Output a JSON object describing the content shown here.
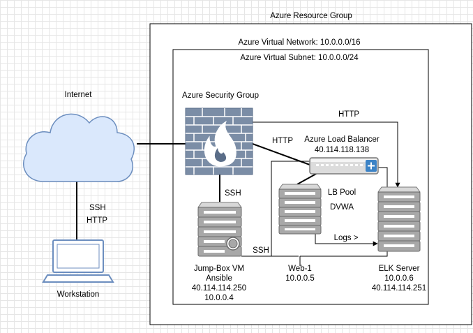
{
  "groups": {
    "resource_group": "Azure Resource Group",
    "virtual_network": "Azure Virtual Network: 10.0.0.0/16",
    "virtual_subnet": "Azure Virtual Subnet: 10.0.0.0/24",
    "security_group": "Azure Security Group"
  },
  "internet": {
    "label": "Internet"
  },
  "workstation": {
    "label": "Workstation"
  },
  "workstation_link": {
    "line1": "SSH",
    "line2": "HTTP"
  },
  "load_balancer": {
    "name": "Azure Load Balancer",
    "ip": "40.114.118.138"
  },
  "lb_pool": {
    "line1": "LB Pool",
    "line2": "DVWA"
  },
  "jump_box": {
    "line1": "Jump-Box VM",
    "line2": "Ansible",
    "line3": "40.114.114.250",
    "line4": "10.0.0.4"
  },
  "web1": {
    "name": "Web-1",
    "ip": "10.0.0.5"
  },
  "elk": {
    "name": "ELK Server",
    "ip1": "10.0.0.6",
    "ip2": "40.114.114.251"
  },
  "edges": {
    "firewall_to_elk": "HTTP",
    "firewall_to_lb": "HTTP",
    "firewall_to_jumpbox": "SSH",
    "jumpbox_to_web": "SSH",
    "web_to_elk": "Logs >"
  },
  "colors": {
    "cloud_fill": "#dae8fc",
    "cloud_stroke": "#6c8ebf",
    "firewall_blue": "#7b8da6",
    "server_gray": "#a8a8a8",
    "flame_dark": "#5a6d88"
  }
}
